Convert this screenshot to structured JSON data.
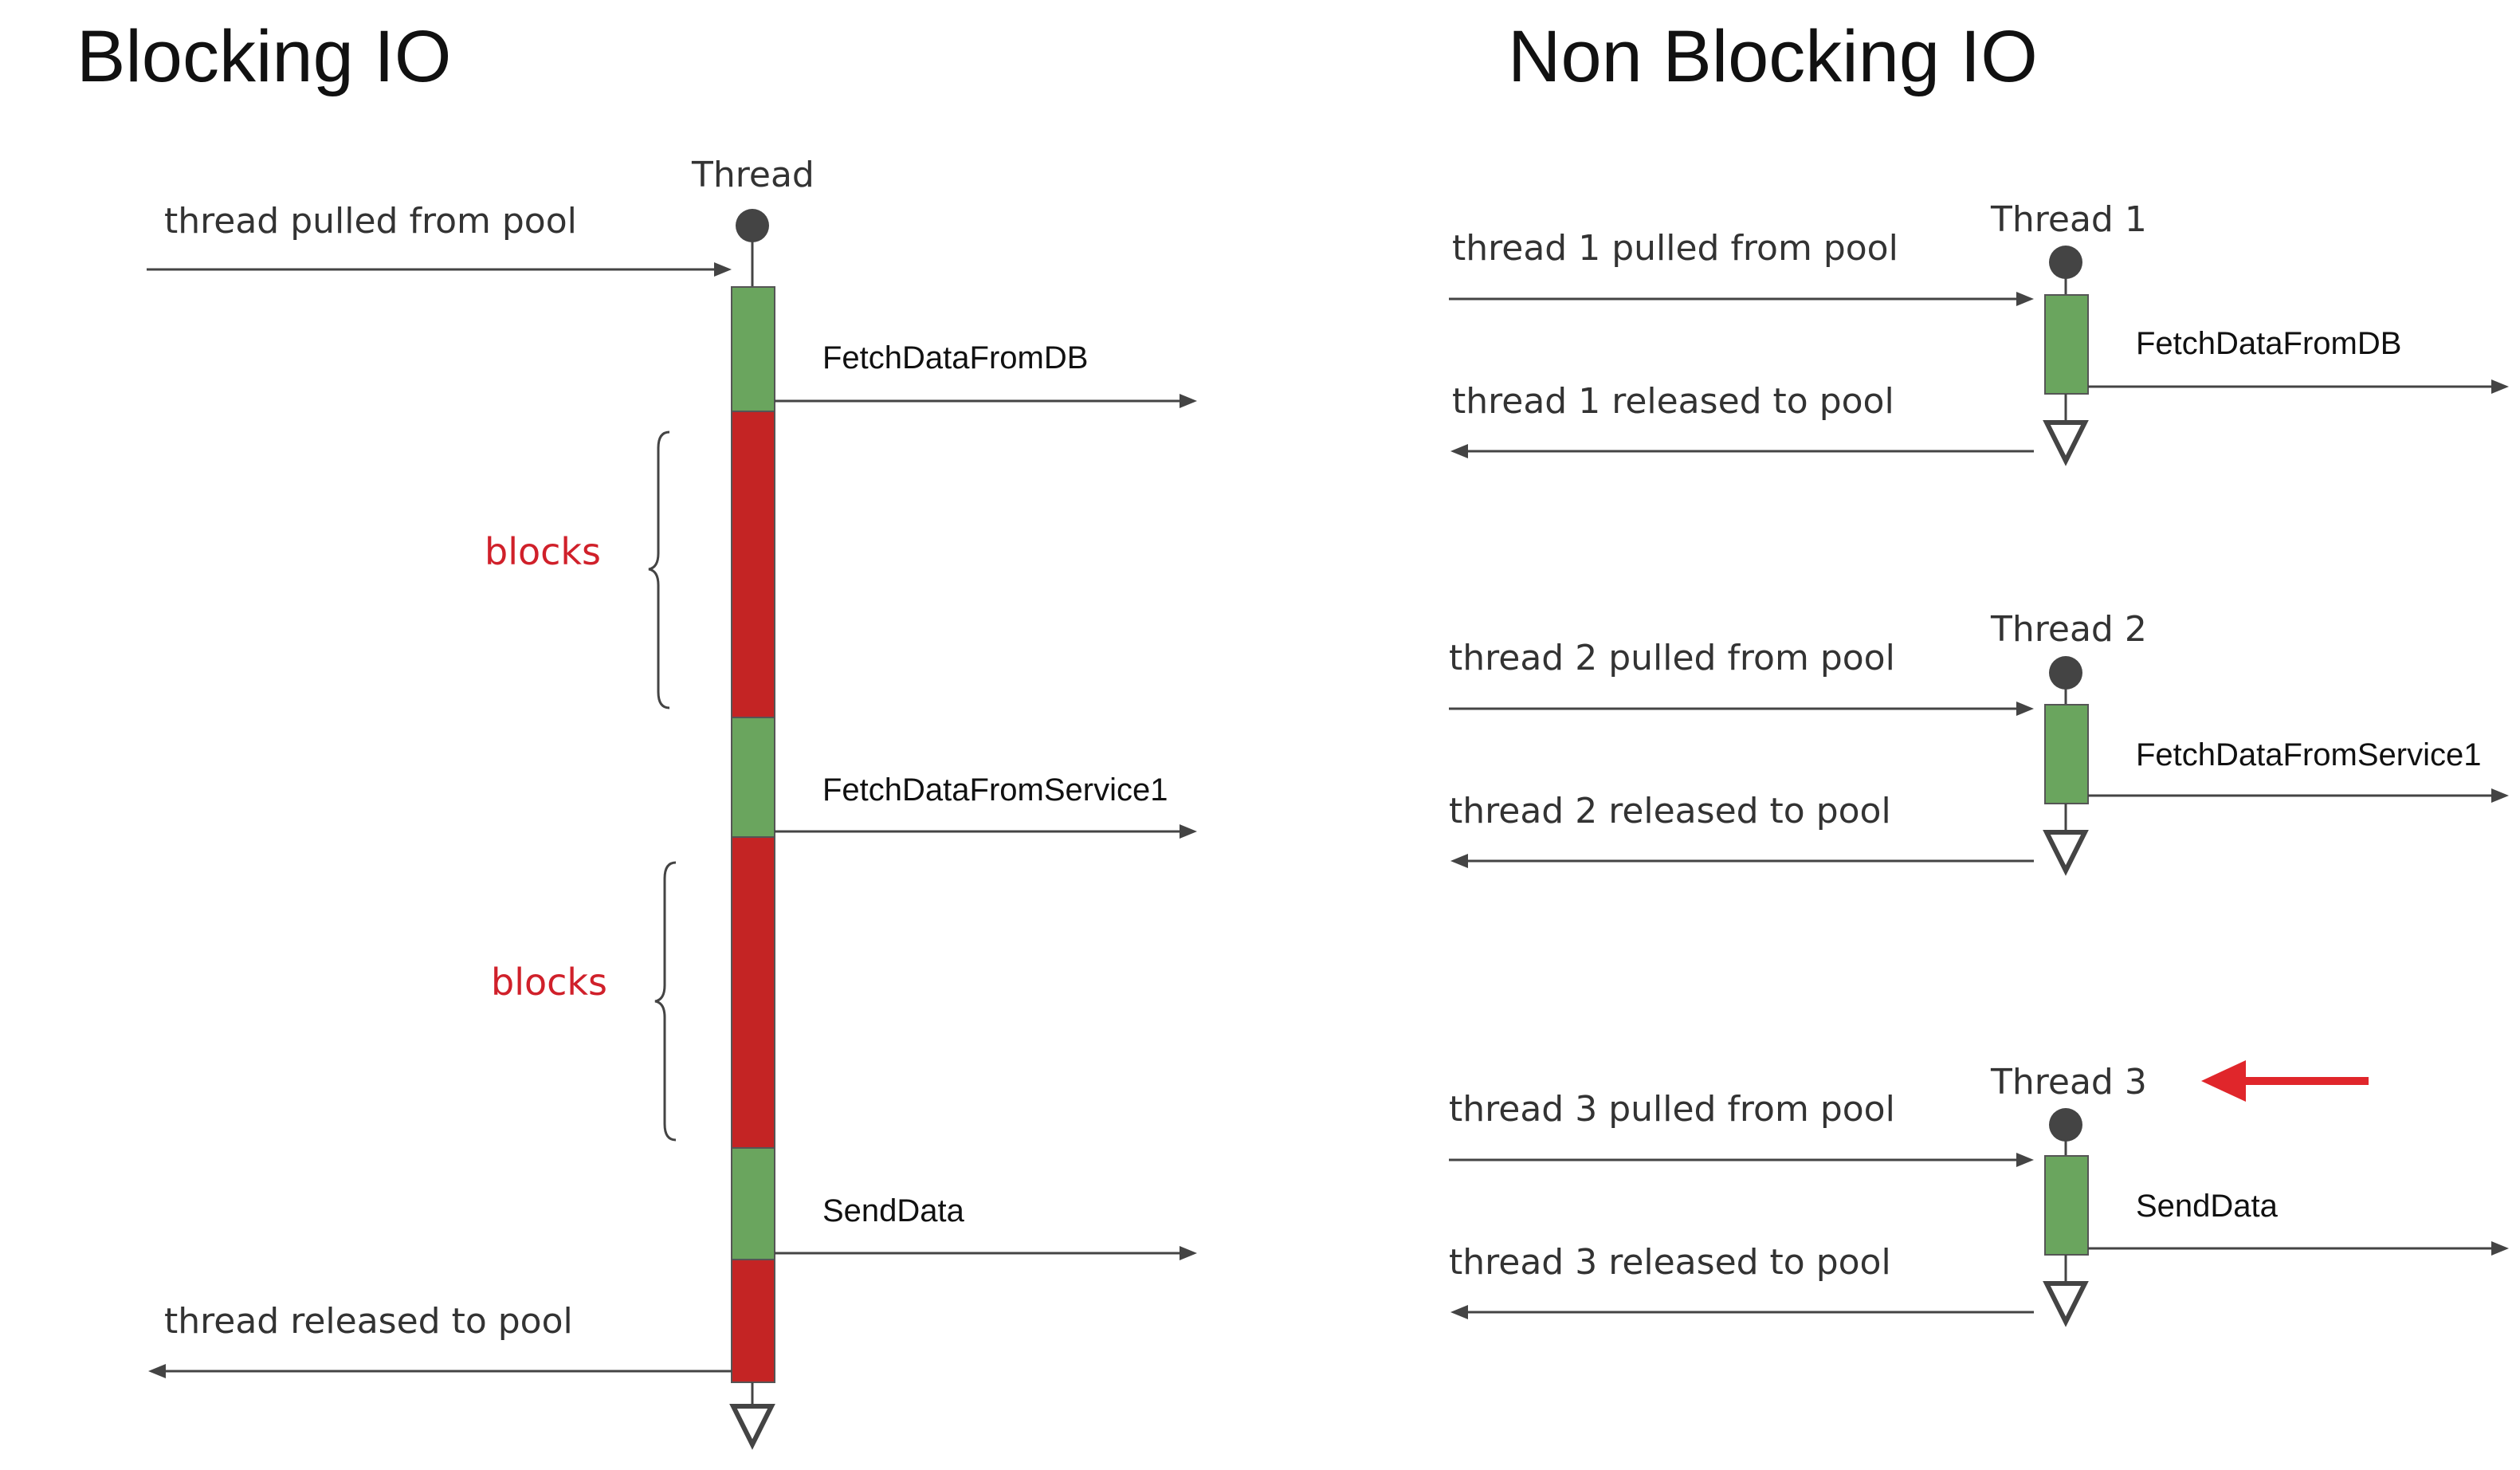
{
  "titles": {
    "blocking": "Blocking IO",
    "non_blocking": "Non Blocking IO"
  },
  "blocking": {
    "thread_label": "Thread",
    "pulled_label": "thread pulled from pool",
    "released_label": "thread released to pool",
    "operations": [
      {
        "label": "FetchDataFromDB"
      },
      {
        "label": "FetchDataFromService1"
      },
      {
        "label": "SendData"
      }
    ],
    "blocks_labels": [
      "blocks",
      "blocks"
    ]
  },
  "non_blocking": {
    "threads": [
      {
        "label": "Thread 1",
        "pulled": "thread 1 pulled from pool",
        "released": "thread 1 released to pool",
        "operation": "FetchDataFromDB"
      },
      {
        "label": "Thread 2",
        "pulled": "thread 2 pulled from pool",
        "released": "thread 2 released to pool",
        "operation": "FetchDataFromService1"
      },
      {
        "label": "Thread 3",
        "pulled": "thread 3 pulled from pool",
        "released": "thread 3 released to pool",
        "operation": "SendData"
      }
    ]
  },
  "colors": {
    "active": "#6aa55e",
    "blocked": "#c42424",
    "blocks_text": "#d0202a",
    "highlight_arrow": "#e0262b",
    "line": "#444444"
  },
  "icons": {
    "thread_start": "dot-start-icon",
    "thread_end": "hollow-arrow-end-icon",
    "highlight": "red-arrow-icon"
  }
}
